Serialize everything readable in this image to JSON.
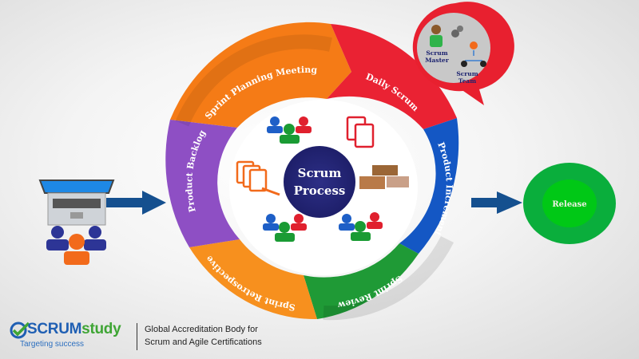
{
  "center": {
    "line1": "Scrum",
    "line2": "Process"
  },
  "stages": [
    {
      "label": "Sprint Planning Meeting",
      "color": "#f57b16"
    },
    {
      "label": "Daily Scrum",
      "color": "#ea2233"
    },
    {
      "label": "Product Increment",
      "color": "#1457c4"
    },
    {
      "label": "Sprint Review",
      "color": "#1f9a36"
    },
    {
      "label": "Sprint Retrospective",
      "color": "#f7901e"
    },
    {
      "label": "Product Backlog",
      "color": "#8e4fc4"
    }
  ],
  "callout": {
    "master_line1": "Scrum",
    "master_line2": "Master",
    "team_line1": "Scrum",
    "team_line2": "Team"
  },
  "release": {
    "label": "Release"
  },
  "footer": {
    "logo_scrum": "SCRUM",
    "logo_study": "study",
    "tagline": "Targeting success",
    "accreditation_line1": "Global Accreditation Body for",
    "accreditation_line2": "Scrum and Agile Certifications"
  }
}
